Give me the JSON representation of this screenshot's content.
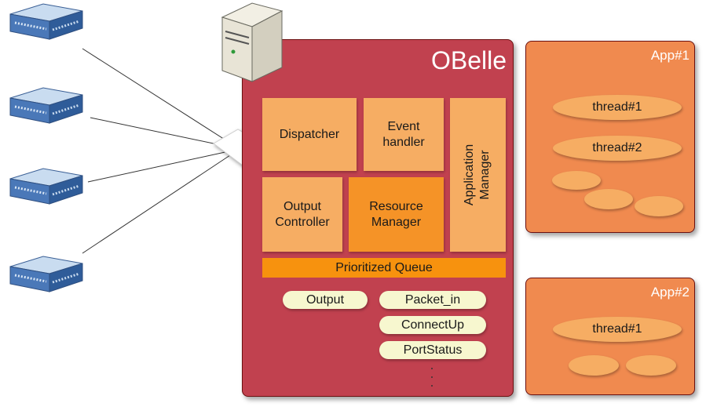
{
  "obelle": {
    "title": "OBelle",
    "modules": {
      "dispatcher": "Dispatcher",
      "event_handler": "Event\nhandler",
      "application_manager": "Application\nManager",
      "output_controller": "Output\nController",
      "resource_manager": "Resource\nManager",
      "prioritized_queue": "Prioritized Queue"
    },
    "messages": {
      "output": "Output",
      "packet_in": "Packet_in",
      "connect_up": "ConnectUp",
      "port_status": "PortStatus"
    }
  },
  "apps": [
    {
      "title": "App#1",
      "threads": [
        "thread#1",
        "thread#2"
      ]
    },
    {
      "title": "App#2",
      "threads": [
        "thread#1"
      ]
    }
  ],
  "icons": {
    "switches": [
      "network-switch-icon",
      "network-switch-icon",
      "network-switch-icon",
      "network-switch-icon"
    ],
    "server": "server-tower-icon",
    "connector": "connection-hub-icon"
  },
  "colors": {
    "obelle_panel": "#c1414f",
    "app_panel": "#f08a4f",
    "module": "#f6ad63",
    "module_highlight": "#f59327",
    "queue": "#f7920e",
    "message_pill": "#f7f7cf",
    "switch": "#4a78b8"
  }
}
